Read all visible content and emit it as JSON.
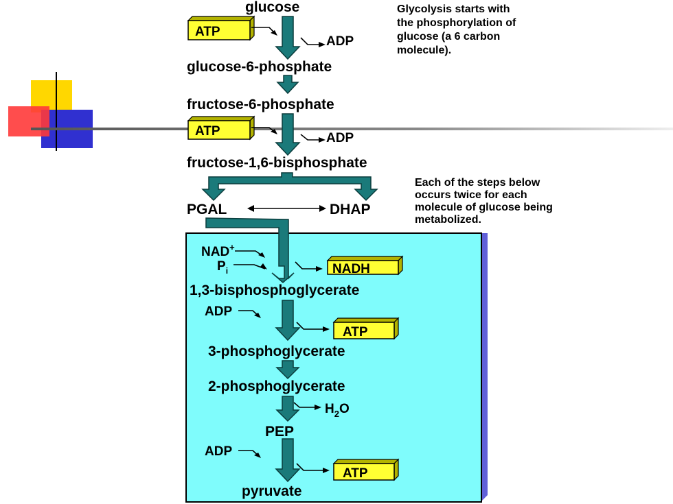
{
  "molecules": {
    "glucose": "glucose",
    "g6p": "glucose-6-phosphate",
    "f6p": "fructose-6-phosphate",
    "f16bp": "fructose-1,6-bisphosphate",
    "pgal": "PGAL",
    "dhap": "DHAP",
    "bpg13": "1,3-bisphosphoglycerate",
    "pg3": "3-phosphoglycerate",
    "pg2": "2-phosphoglycerate",
    "pep": "PEP",
    "pyruvate": "pyruvate"
  },
  "inputs": {
    "atp1": "ATP",
    "atp2": "ATP",
    "nad": "NAD",
    "nad_sup": "+",
    "pi": "P",
    "pi_sub": "i",
    "adp3": "ADP",
    "adp4": "ADP"
  },
  "outputs": {
    "adp1": "ADP",
    "adp2": "ADP",
    "nadh": "NADH",
    "atp3": "ATP",
    "h2o_h": "H",
    "h2o_sub": "2",
    "h2o_o": "O",
    "atp4": "ATP"
  },
  "notes": {
    "top": [
      "Glycolysis starts with",
      "the phosphorylation of",
      "glucose (a 6 carbon",
      "molecule)."
    ],
    "middle": [
      "Each of the steps below",
      "occurs twice for each",
      "molecule of glucose being",
      "metabolized."
    ]
  },
  "colors": {
    "arrow": "#1a7a7a",
    "atp_box": "#ffff33",
    "panel": "#7ffcfc",
    "panel_shadow": "#6060d8",
    "accent_yellow": "#ffd700",
    "accent_red": "#ff3030",
    "accent_blue": "#3030d0"
  }
}
